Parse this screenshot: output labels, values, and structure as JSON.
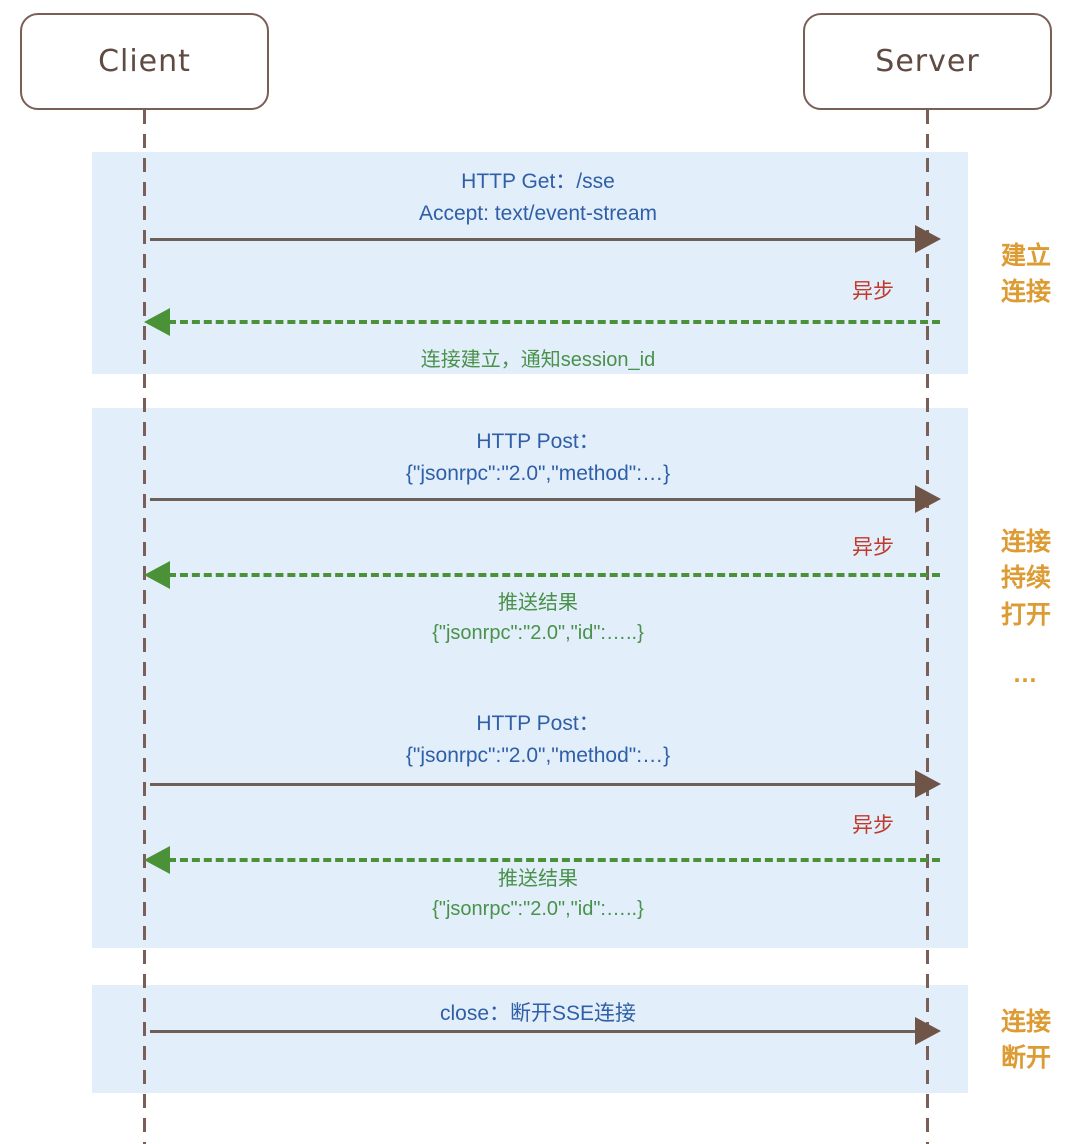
{
  "diagram": {
    "title": "MCP SSE transport sequence",
    "colors": {
      "band": "#e3eefb",
      "request_text": "#2f5fa6",
      "response_text": "#49924a",
      "async_text": "#c0392b",
      "phase_text": "#dd9b33",
      "lifeline": "#7a5f56",
      "solid_arrow": "#6e5548",
      "dashed_arrow": "#4a9138"
    }
  },
  "actors": [
    {
      "id": "client",
      "label": "Client"
    },
    {
      "id": "server",
      "label": "Server"
    }
  ],
  "phases": [
    {
      "id": "establish",
      "lines": [
        "建立",
        "连接"
      ],
      "ellipsis": ""
    },
    {
      "id": "keep-open",
      "lines": [
        "连接",
        "持续",
        "打开"
      ],
      "ellipsis": "…"
    },
    {
      "id": "disconnect",
      "lines": [
        "连接",
        "断开"
      ],
      "ellipsis": ""
    }
  ],
  "messages": [
    {
      "id": "http-get-sse",
      "direction": "request",
      "style": "solid",
      "from": "client",
      "to": "server",
      "lines": [
        "HTTP Get：/sse",
        "Accept: text/event-stream"
      ]
    },
    {
      "id": "connection-established",
      "direction": "response",
      "style": "dashed",
      "from": "server",
      "to": "client",
      "async_label": "异步",
      "lines": [
        "连接建立，通知session_id"
      ]
    },
    {
      "id": "http-post-1",
      "direction": "request",
      "style": "solid",
      "from": "client",
      "to": "server",
      "lines": [
        "HTTP Post：",
        "{\"jsonrpc\":\"2.0\",\"method\":…}"
      ]
    },
    {
      "id": "push-result-1",
      "direction": "response",
      "style": "dashed",
      "from": "server",
      "to": "client",
      "async_label": "异步",
      "lines": [
        "推送结果",
        "{\"jsonrpc\":\"2.0\",\"id\":…..}"
      ]
    },
    {
      "id": "http-post-2",
      "direction": "request",
      "style": "solid",
      "from": "client",
      "to": "server",
      "lines": [
        "HTTP Post：",
        "{\"jsonrpc\":\"2.0\",\"method\":…}"
      ]
    },
    {
      "id": "push-result-2",
      "direction": "response",
      "style": "dashed",
      "from": "server",
      "to": "client",
      "async_label": "异步",
      "lines": [
        "推送结果",
        "{\"jsonrpc\":\"2.0\",\"id\":…..}"
      ]
    },
    {
      "id": "close-sse",
      "direction": "request",
      "style": "solid",
      "from": "client",
      "to": "server",
      "lines": [
        "close：断开SSE连接"
      ]
    }
  ]
}
